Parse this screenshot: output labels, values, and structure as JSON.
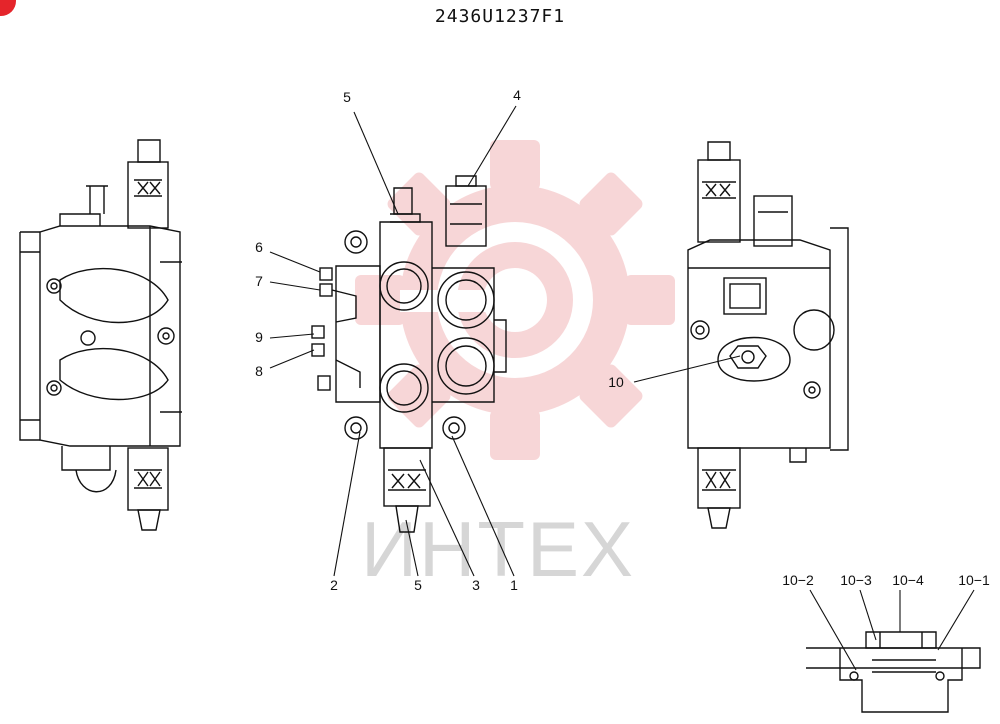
{
  "document": {
    "drawing_number": "2436U1237F1",
    "watermark_text": "ИНТЕХ",
    "accent_color": "#e5252b",
    "watermark_color": "#f2b6b8"
  },
  "callouts": {
    "c1": "1",
    "c2": "2",
    "c3": "3",
    "c4": "4",
    "c5_top": "5",
    "c5_bottom": "5",
    "c6": "6",
    "c7": "7",
    "c8": "8",
    "c9": "9",
    "c10": "10",
    "c10_1": "10−1",
    "c10_2": "10−2",
    "c10_3": "10−3",
    "c10_4": "10−4"
  }
}
